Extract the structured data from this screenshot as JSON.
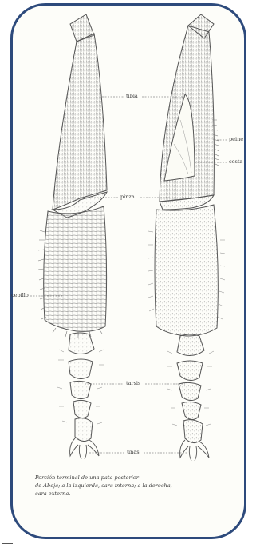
{
  "labels": {
    "tibia": "tibia",
    "peine": "peine",
    "cesta": "cesta",
    "pinza": "pinza",
    "cepillo": "cepillo",
    "tarsis": "tarsis",
    "unas": "uñas"
  },
  "caption": {
    "line1": "Porción terminal de una pata posterior",
    "line2": "de Abeja; a la izquierda, cara interna; a la derecha,",
    "line3": "cara externa."
  },
  "colors": {
    "border": "#2d4a7c",
    "ink": "#555555",
    "background": "#fdfdf9"
  }
}
